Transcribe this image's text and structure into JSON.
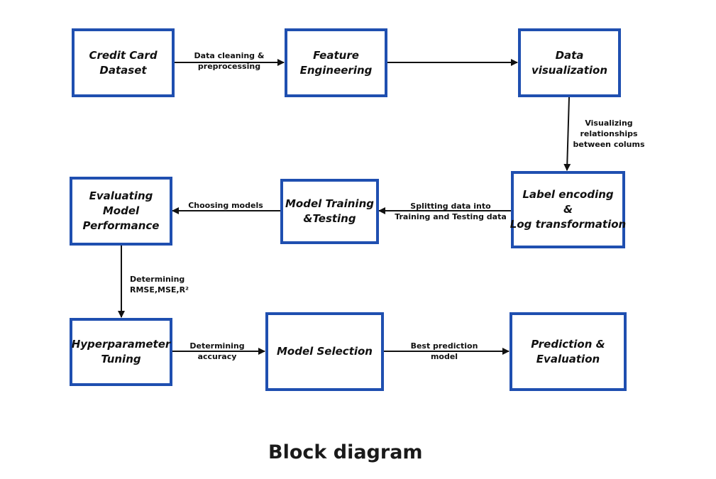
{
  "nodes": {
    "credit_card_dataset": [
      "Credit Card",
      "Dataset"
    ],
    "feature_engineering": [
      "Feature",
      "Engineering"
    ],
    "data_visualization": [
      "Data",
      "visualization"
    ],
    "label_encoding": [
      "Label encoding",
      "&",
      "Log transformation"
    ],
    "model_training": [
      "Model Training",
      "&Testing"
    ],
    "evaluating_model": [
      "Evaluating",
      "Model",
      "Performance"
    ],
    "hyperparameter_tuning": [
      "Hyperparameter",
      "Tuning"
    ],
    "model_selection": [
      "Model Selection"
    ],
    "prediction_evaluation": [
      "Prediction &",
      "Evaluation"
    ]
  },
  "edge_labels": {
    "data_cleaning": [
      "Data cleaning &",
      "preprocessing"
    ],
    "visualizing": [
      "Visualizing",
      "relationships",
      "between colums"
    ],
    "splitting": [
      "Splitting data into",
      "Training and Testing data"
    ],
    "choosing_models": [
      "Choosing models"
    ],
    "determining_metrics": [
      "Determining",
      "RMSE,MSE,R²"
    ],
    "determining_accuracy": [
      "Determining",
      "accuracy"
    ],
    "best_prediction": [
      "Best prediction",
      "model"
    ]
  },
  "colors": {
    "box_border": "#1f4fb0",
    "arrow": "#111111"
  },
  "caption": "Block diagram"
}
